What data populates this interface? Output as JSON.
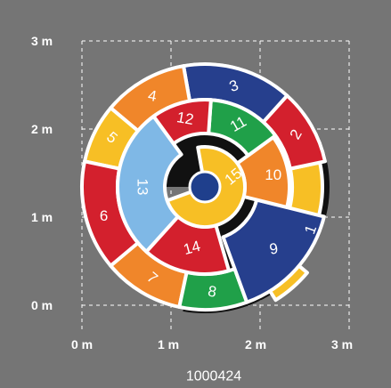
{
  "colors": {
    "background": "#757575",
    "grid_line": "#ffffff",
    "outline": "#111111",
    "divider": "#ffffff",
    "center_dot": "#1f3f8c",
    "red": "#d3202d",
    "orange": "#f0862a",
    "yellow": "#f7bf25",
    "blue": "#263f8d",
    "green": "#20a049",
    "light_blue": "#7fb8e6"
  },
  "axes": {
    "y_labels": [
      "3 m",
      "2 m",
      "1 m",
      "0 m"
    ],
    "x_labels": [
      "0 m",
      "1 m",
      "2 m",
      "3 m"
    ]
  },
  "segments": [
    {
      "number": "1",
      "color": "yellow"
    },
    {
      "number": "2",
      "color": "red"
    },
    {
      "number": "3",
      "color": "blue"
    },
    {
      "number": "4",
      "color": "orange"
    },
    {
      "number": "5",
      "color": "yellow"
    },
    {
      "number": "6",
      "color": "red"
    },
    {
      "number": "7",
      "color": "orange"
    },
    {
      "number": "8",
      "color": "green"
    },
    {
      "number": "9",
      "color": "blue"
    },
    {
      "number": "10",
      "color": "orange"
    },
    {
      "number": "11",
      "color": "green"
    },
    {
      "number": "12",
      "color": "red"
    },
    {
      "number": "13",
      "color": "light_blue"
    },
    {
      "number": "14",
      "color": "red"
    },
    {
      "number": "15",
      "color": "yellow"
    }
  ],
  "product_code": "1000424"
}
